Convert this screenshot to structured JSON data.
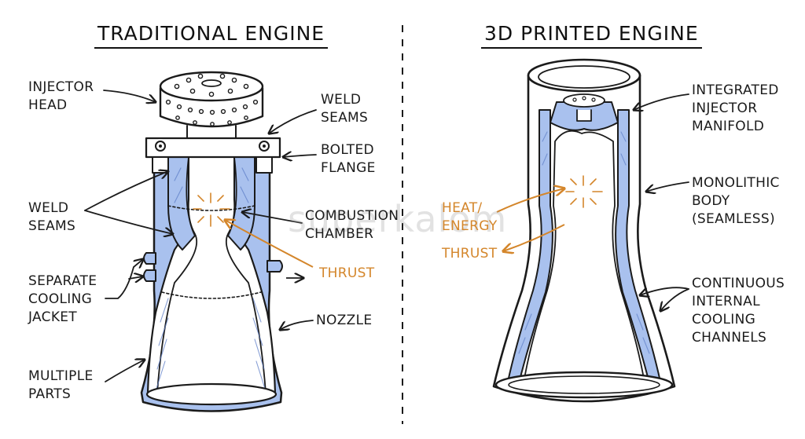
{
  "titles": {
    "left": "TRADITIONAL ENGINE",
    "right": "3D PRINTED ENGINE"
  },
  "left_labels": {
    "injector_head": [
      "INJECTOR",
      "HEAD"
    ],
    "weld_seams_top": [
      "WELD",
      "SEAMS"
    ],
    "bolted_flange": [
      "BOLTED",
      "FLANGE"
    ],
    "weld_seams_side": [
      "WELD",
      "SEAMS"
    ],
    "combustion_chamber": [
      "COMBUSTION",
      "CHAMBER"
    ],
    "thrust": "THRUST",
    "separate_cooling_jacket": [
      "SEPARATE",
      "COOLING",
      "JACKET"
    ],
    "nozzle": "NOZZLE",
    "multiple_parts": [
      "MULTIPLE",
      "PARTS"
    ]
  },
  "right_labels": {
    "integrated_injector_manifold": [
      "INTEGRATED",
      "INJECTOR",
      "MANIFOLD"
    ],
    "monolithic_body": [
      "MONOLITHIC",
      "BODY",
      "(SEAMLESS)"
    ],
    "heat_energy": [
      "HEAT/",
      "ENERGY"
    ],
    "thrust": "THRUST",
    "continuous_cooling": [
      "CONTINUOUS",
      "INTERNAL",
      "COOLING",
      "CHANNELS"
    ]
  },
  "watermark": "superkalom",
  "colors": {
    "ink": "#1b1b1b",
    "coolant_blue": "#a9c1ee",
    "accent_orange": "#d4862b",
    "background": "#ffffff"
  }
}
